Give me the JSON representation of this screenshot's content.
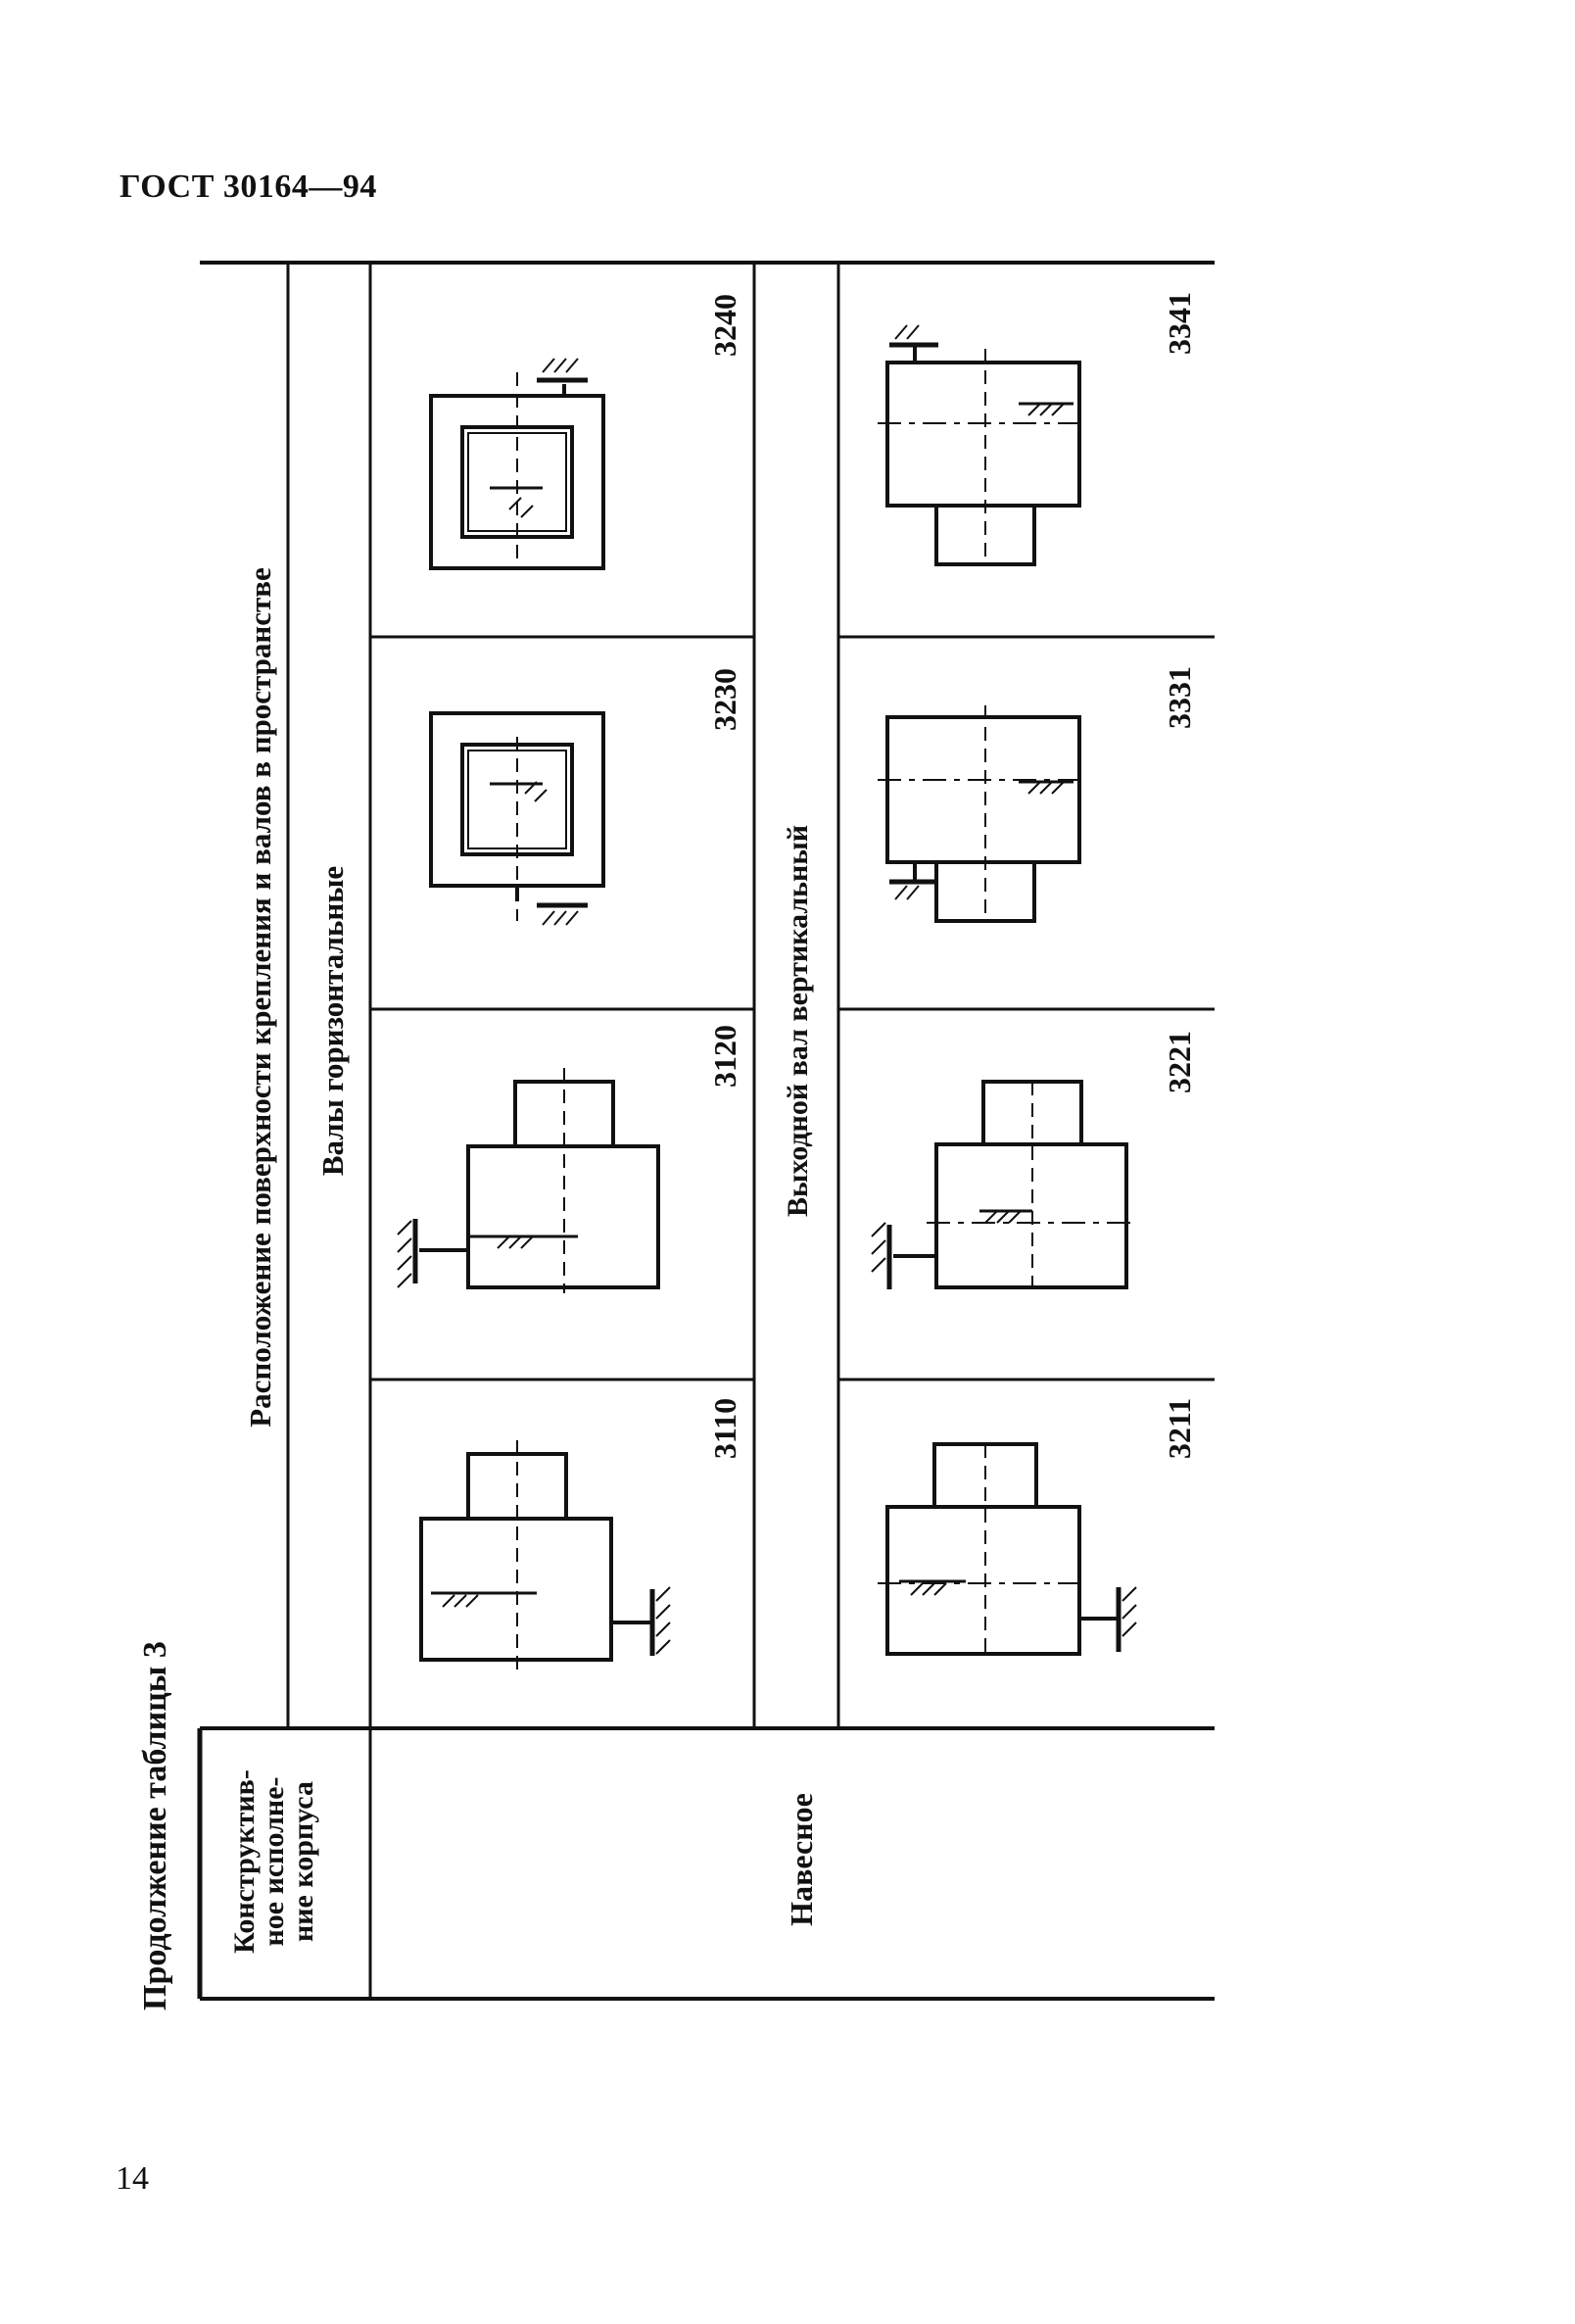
{
  "page": {
    "header": "ГОСТ 30164—94",
    "number": "14",
    "caption": "Продолжение таблицы 3"
  },
  "table": {
    "col_header_1": [
      "Конструктив-",
      "ное исполне-",
      "ние корпуса"
    ],
    "group_header": "Расположение поверхности крепления и валов в пространстве",
    "section_1": "Валы горизонтальные",
    "section_2": "Выходной вал вертикальный",
    "row_label": "Навесное",
    "codes_1": [
      "3110",
      "3120",
      "3230",
      "3240"
    ],
    "codes_2": [
      "3211",
      "3221",
      "3331",
      "3341"
    ]
  }
}
